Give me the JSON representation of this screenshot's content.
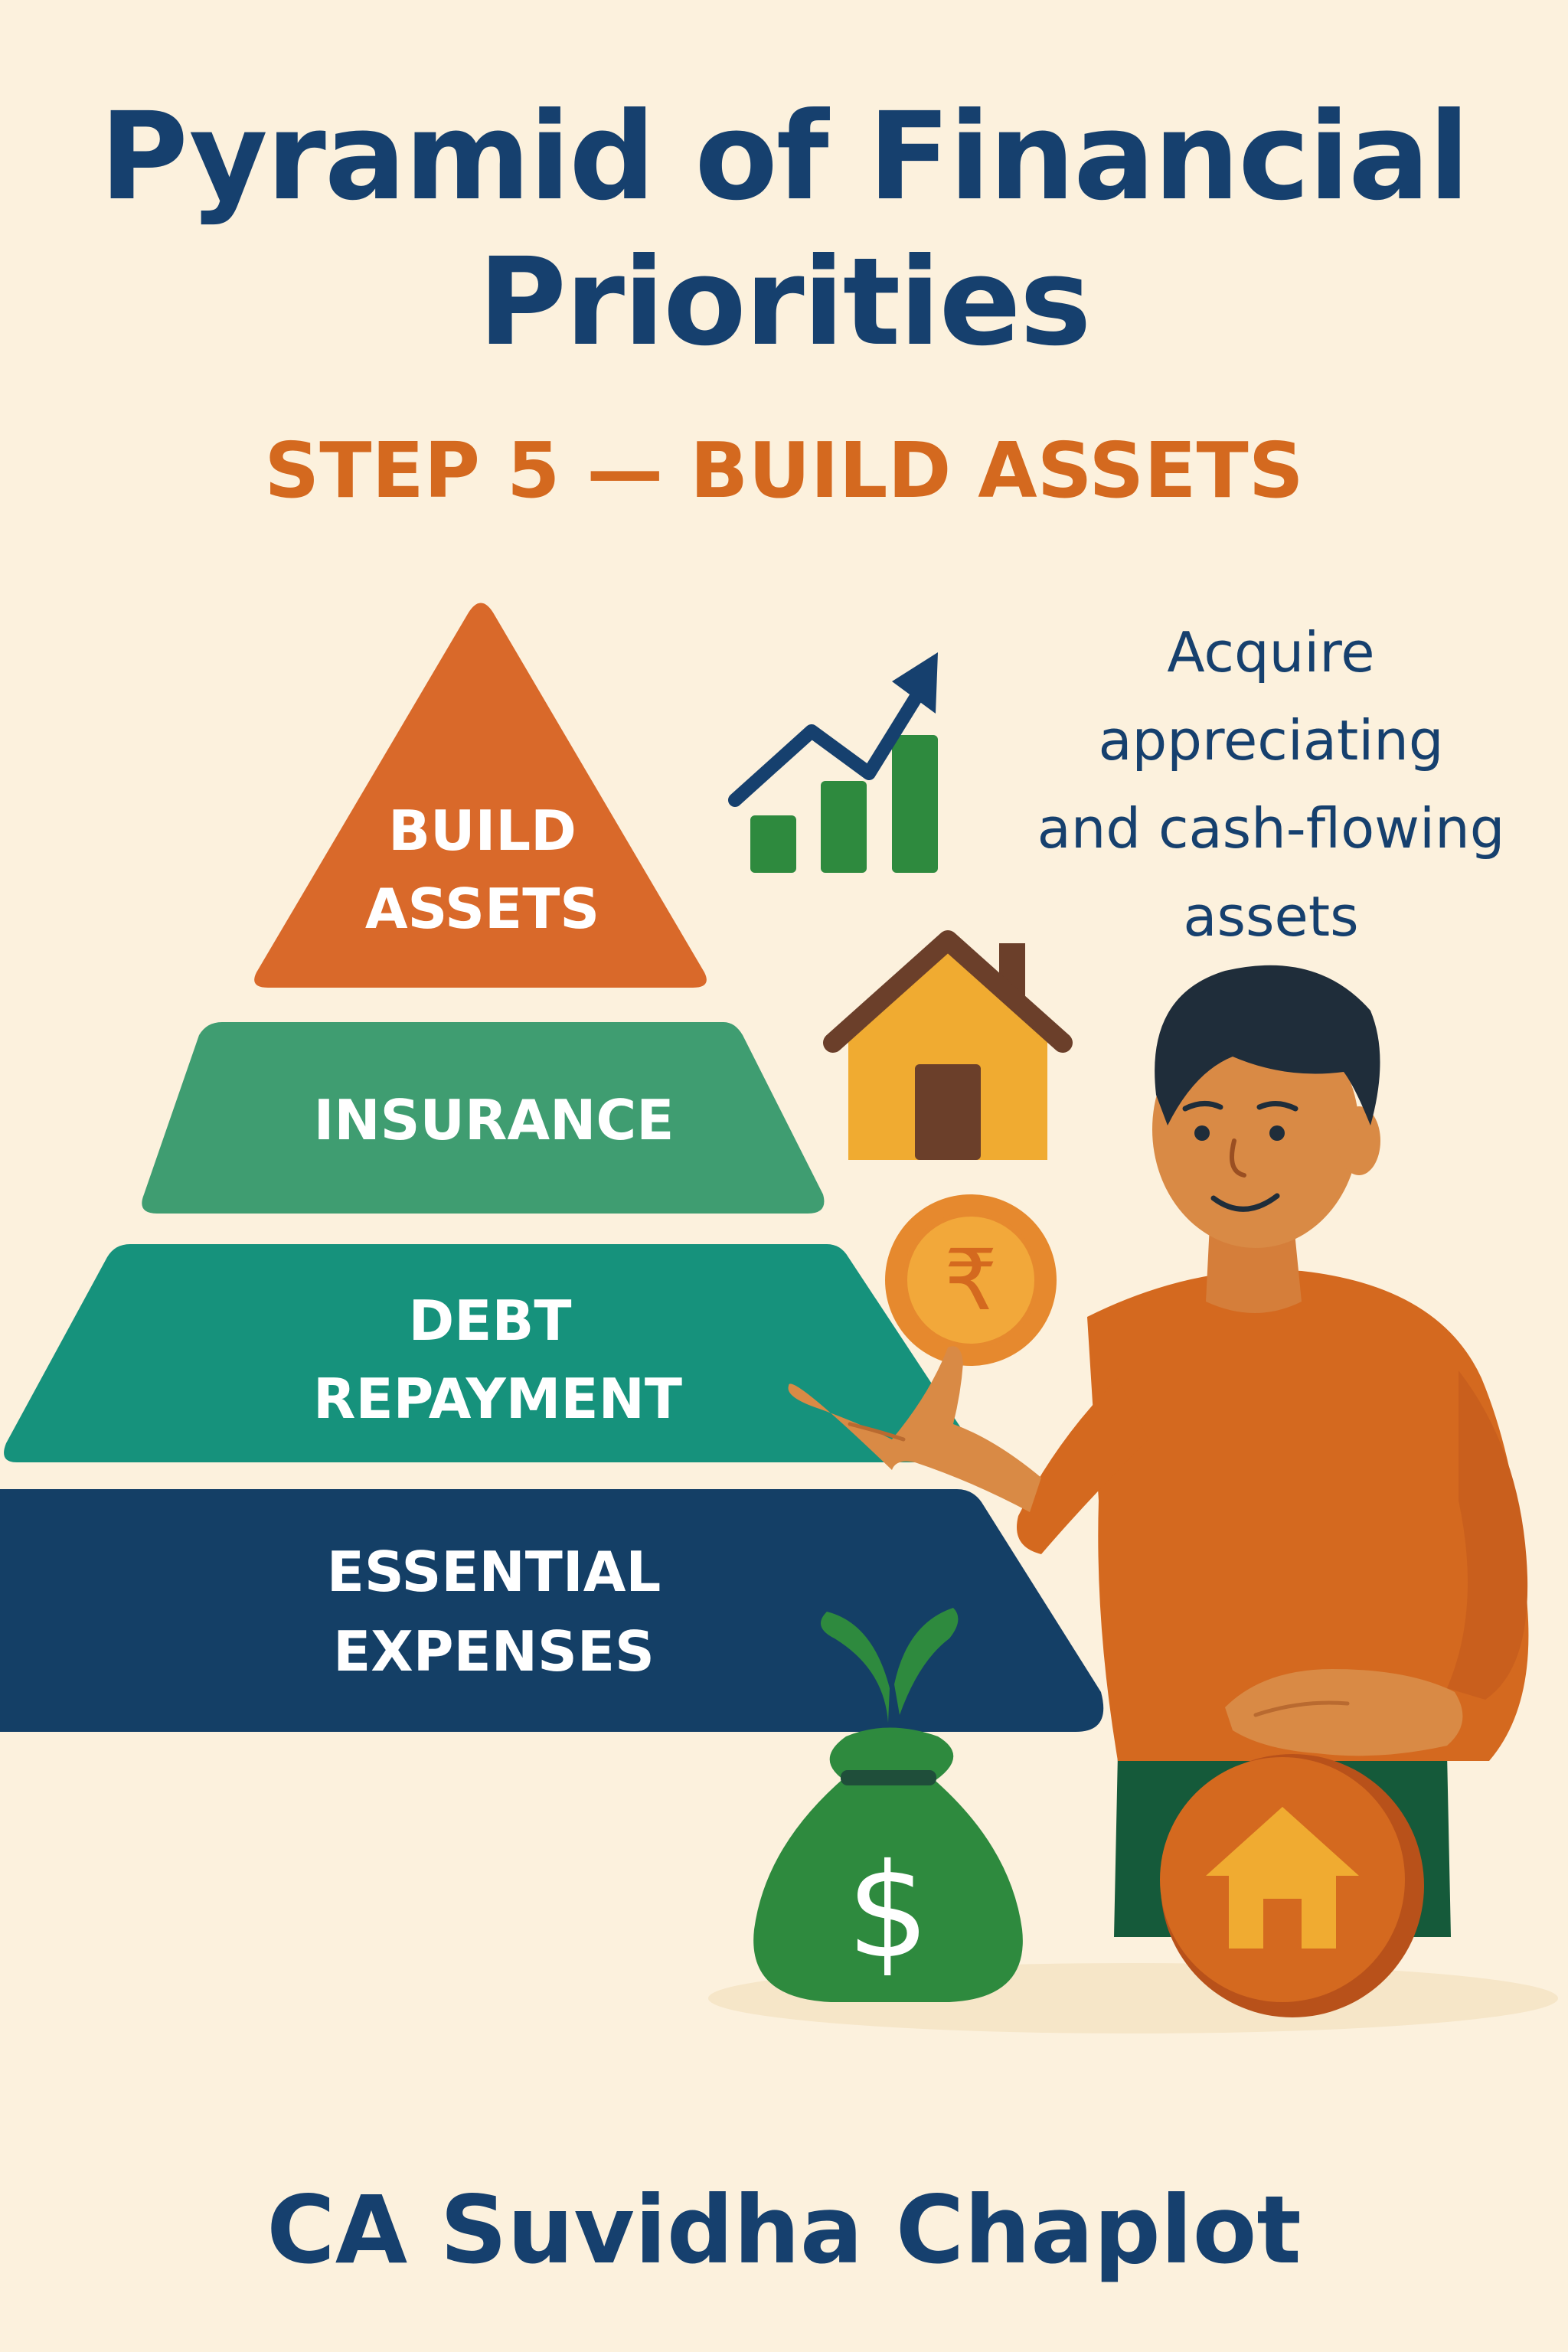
{
  "title": "Pyramid of Financial Priorities",
  "subtitle": "STEP 5 — BUILD ASSETS",
  "pyramid": {
    "tiers": [
      {
        "lines": [
          "BUILD",
          "ASSETS"
        ],
        "color": "#d9692a"
      },
      {
        "lines": [
          "INSURANCE"
        ],
        "color": "#3f9d71"
      },
      {
        "lines": [
          "DEBT",
          "REPAYMENT"
        ],
        "color": "#16927c"
      },
      {
        "lines": [
          "ESSENTIAL",
          "EXPENSES"
        ],
        "color": "#143f66"
      }
    ]
  },
  "caption": {
    "lines": [
      "Acquire",
      "appreciating",
      "and cash-flowing",
      "assets"
    ]
  },
  "icons": {
    "chart": "growth-chart-icon",
    "house": "house-icon",
    "coin": "rupee-coin-icon",
    "coin_symbol": "₹",
    "money_bag": "money-bag-icon",
    "money_bag_symbol": "$",
    "house_coin": "house-coin-icon"
  },
  "colors": {
    "background": "#fcf1dd",
    "navy": "#16406e",
    "orange": "#d4691f",
    "green": "#2e8a3e",
    "gold": "#f0ab31"
  },
  "author": "CA Suvidha Chaplot"
}
